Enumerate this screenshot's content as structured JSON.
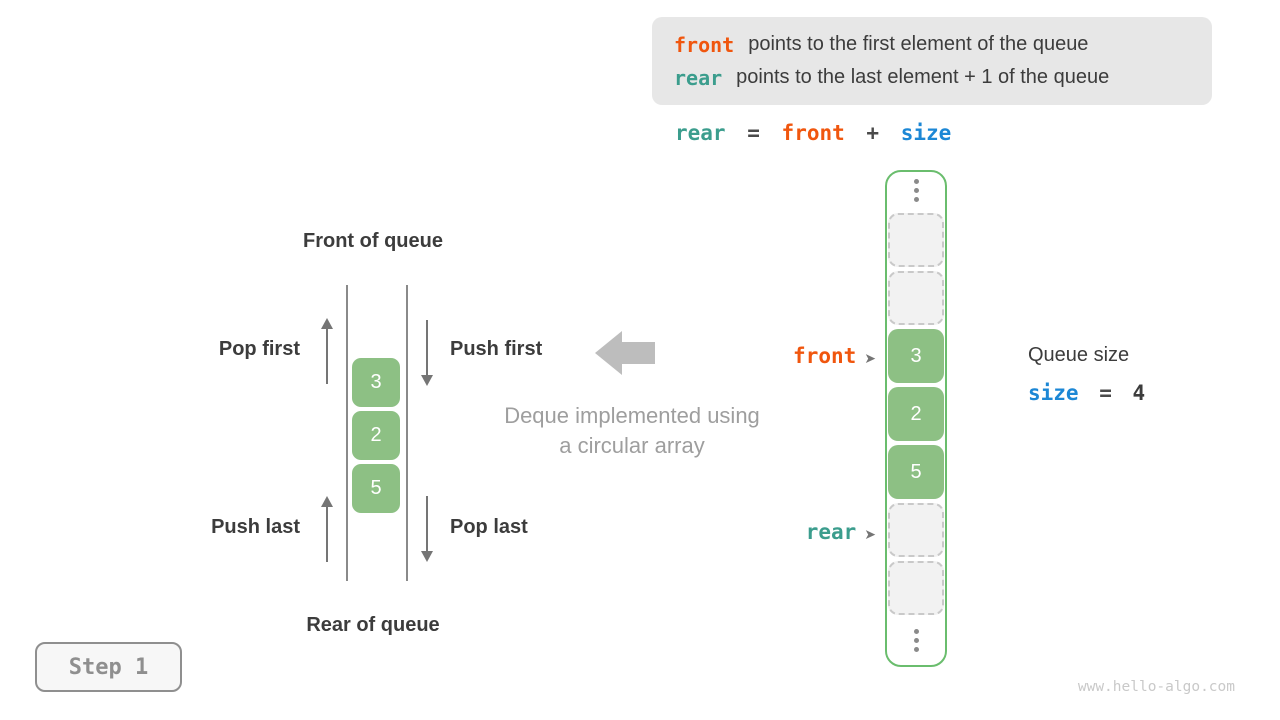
{
  "colors": {
    "front_accent": "#f0560e",
    "rear_accent": "#3b9d8d",
    "size_accent": "#1c87d5",
    "cell_green": "#8dc084",
    "frame_green": "#6abd6d",
    "legend_bg": "#e7e7e7",
    "muted_gray": "#9e9e9e"
  },
  "legend": {
    "lines": [
      {
        "code": "front",
        "text": "points to the first element of the queue"
      },
      {
        "code": "rear",
        "text": "points to the last element + 1 of the queue"
      }
    ]
  },
  "formula": {
    "rear": "rear",
    "eq": "=",
    "front": "front",
    "plus": "+",
    "size": "size"
  },
  "deque": {
    "front_label": "Front of queue",
    "rear_label": "Rear of queue",
    "pop_first": "Pop first",
    "push_first": "Push first",
    "push_last": "Push last",
    "pop_last": "Pop last",
    "values": [
      "3",
      "2",
      "5"
    ]
  },
  "caption": {
    "line1": "Deque implemented using",
    "line2": "a circular array"
  },
  "array": {
    "cells": [
      {
        "type": "empty",
        "v": ""
      },
      {
        "type": "empty",
        "v": ""
      },
      {
        "type": "value",
        "v": "3"
      },
      {
        "type": "value",
        "v": "2"
      },
      {
        "type": "value",
        "v": "5"
      },
      {
        "type": "empty",
        "v": ""
      },
      {
        "type": "empty",
        "v": ""
      }
    ],
    "front_pointer": "front",
    "rear_pointer": "rear",
    "pointer_arrow": "➤"
  },
  "queue_size": {
    "title": "Queue size",
    "var": "size",
    "eq": "=",
    "value": "4"
  },
  "step": {
    "label": "Step 1"
  },
  "watermark": "www.hello-algo.com"
}
